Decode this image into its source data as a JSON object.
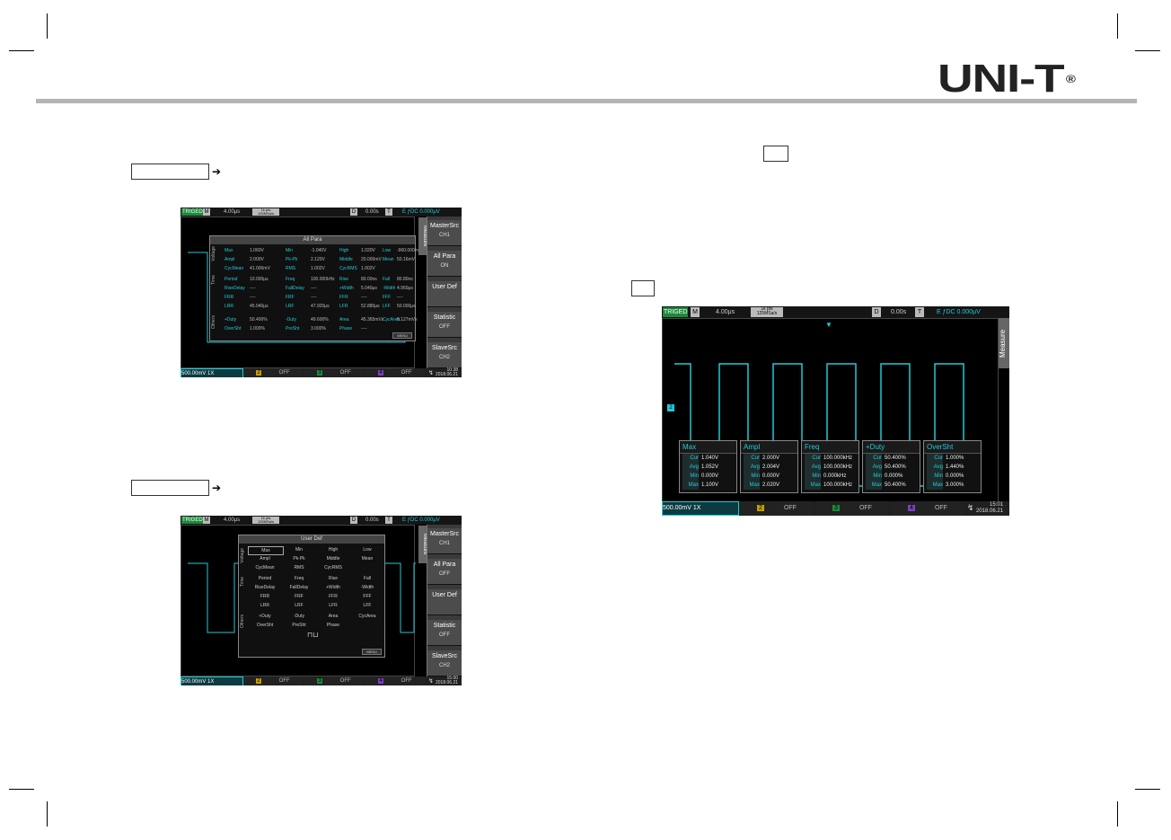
{
  "brand": {
    "logo_text": "UNI-T",
    "registered": "®"
  },
  "shared": {
    "trig_status": "TRIGED",
    "m_label": "M",
    "d_label": "D",
    "t_label": "T",
    "timebase": "4.00μs",
    "sample_info_top": "1k pts",
    "sample_info_bottom": "125MSa/s",
    "delay": "0.00s",
    "trigger_info": "E ƒDC 0.000μV",
    "ch1_setting": "500.00mV 1X",
    "ch2": "2",
    "ch3": "3",
    "ch4": "4",
    "off": "OFF"
  },
  "screen1": {
    "panel_title": "All Para",
    "voltage_rows": [
      [
        "Max",
        "1.060V",
        "Min",
        "-1.040V",
        "High",
        "1.020V",
        "Low",
        "-960.000mV"
      ],
      [
        "Ampl",
        "2.000V",
        "Pk-Pk",
        "2.120V",
        "Middle",
        "20.000mV",
        "Mean",
        "50.16mV"
      ],
      [
        "CycMean",
        "41.000mV",
        "RMS",
        "1.002V",
        "CycRMS",
        "1.002V",
        "",
        ""
      ]
    ],
    "time_rows": [
      [
        "Period",
        "10.000μs",
        "Freq",
        "100.000kHz",
        "Rise",
        "80.00ns",
        "Fall",
        "80.80ns"
      ],
      [
        "RiseDelay",
        "----",
        "FallDelay",
        "----",
        "+Width",
        "5.040μs",
        "-Width",
        "4.960μs"
      ],
      [
        "FRR",
        "----",
        "FRF",
        "----",
        "FFR",
        "----",
        "FFF",
        "----"
      ],
      [
        "LRR",
        "45.040μs",
        "LRF",
        "47.920μs",
        "LFR",
        "52.880μs",
        "LFF",
        "50.000μs"
      ]
    ],
    "other_rows": [
      [
        "+Duty",
        "50.400%",
        "-Duty",
        "49.600%",
        "Area",
        "45.365mVs",
        "CycArea",
        "8.127mVs"
      ],
      [
        "OverSht",
        "1.000%",
        "PreSht",
        "3.000%",
        "Phase",
        "----",
        "",
        ""
      ]
    ],
    "group_labels": [
      "Voltage",
      "Time",
      "Others"
    ],
    "menu_btn": "MENU",
    "menu": [
      {
        "label": "MasterSrc",
        "value": "CH1"
      },
      {
        "label": "All Para",
        "value": "ON"
      },
      {
        "label": "User Def",
        "value": ""
      },
      {
        "label": "Statistic",
        "value": "OFF"
      },
      {
        "label": "SlaveSrc",
        "value": "CH2"
      }
    ],
    "menu_tab": "Measure",
    "time": "10:38",
    "date": "2018.06.21"
  },
  "screen2": {
    "panel_title": "User Def",
    "voltage_cells": [
      "Max",
      "Min",
      "High",
      "Low",
      "Ampl",
      "Pk-Pk",
      "Middle",
      "Mean",
      "CycMean",
      "RMS",
      "CycRMS",
      ""
    ],
    "time_cells": [
      "Period",
      "Freq",
      "Rise",
      "Fall",
      "RiseDelay",
      "FallDelay",
      "+Width",
      "-Width",
      "FRR",
      "FRF",
      "FFR",
      "FFF",
      "LRR",
      "LRF",
      "LFR",
      "LFF"
    ],
    "other_cells": [
      "+Duty",
      "-Duty",
      "Area",
      "CycArea",
      "OverSht",
      "PreSht",
      "Phase",
      ""
    ],
    "group_labels": [
      "Voltage",
      "Time",
      "Others"
    ],
    "menu_btn": "MENU",
    "menu": [
      {
        "label": "MasterSrc",
        "value": "CH1"
      },
      {
        "label": "All Para",
        "value": "OFF"
      },
      {
        "label": "User Def",
        "value": ""
      },
      {
        "label": "Statistic",
        "value": "OFF"
      },
      {
        "label": "SlaveSrc",
        "value": "CH2"
      }
    ],
    "menu_tab": "Measure",
    "time": "15:00",
    "date": "2018.06.21"
  },
  "screen3": {
    "menu_tab": "Measure",
    "boxes": [
      {
        "title": "Max",
        "rows": [
          [
            "Cur",
            "1.040V"
          ],
          [
            "Avg",
            "1.052V"
          ],
          [
            "Min",
            "0.000V"
          ],
          [
            "Max",
            "1.100V"
          ]
        ]
      },
      {
        "title": "Ampl",
        "rows": [
          [
            "Cur",
            "2.000V"
          ],
          [
            "Avg",
            "2.004V"
          ],
          [
            "Min",
            "0.000V"
          ],
          [
            "Max",
            "2.020V"
          ]
        ]
      },
      {
        "title": "Freq",
        "rows": [
          [
            "Cur",
            "100.000kHz"
          ],
          [
            "Avg",
            "100.000kHz"
          ],
          [
            "Min",
            "0.000kHz"
          ],
          [
            "Max",
            "100.000kHz"
          ]
        ]
      },
      {
        "title": "+Duty",
        "rows": [
          [
            "Cur",
            "50.400%"
          ],
          [
            "Avg",
            "50.400%"
          ],
          [
            "Min",
            "0.000%"
          ],
          [
            "Max",
            "50.400%"
          ]
        ]
      },
      {
        "title": "OverSht",
        "rows": [
          [
            "Cur",
            "1.000%"
          ],
          [
            "Avg",
            "1.440%"
          ],
          [
            "Min",
            "0.000%"
          ],
          [
            "Max",
            "3.000%"
          ]
        ]
      }
    ],
    "time": "15:01",
    "date": "2018.06.21"
  }
}
